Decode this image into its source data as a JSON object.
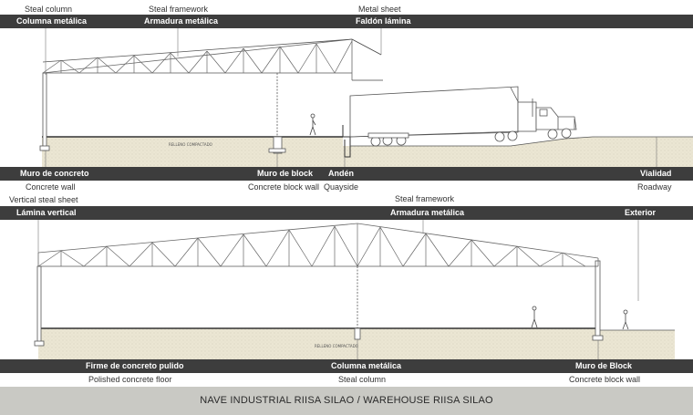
{
  "top_section": {
    "labels_top": [
      {
        "en": "Steal column",
        "es": "Columna metálica"
      },
      {
        "en": "Steal framework",
        "es": "Armadura metálica"
      },
      {
        "en": "Metal sheet",
        "es": "Faldón lámina"
      }
    ],
    "labels_bottom": [
      {
        "es": "Muro de concreto",
        "en": "Concrete wall"
      },
      {
        "es": "Muro de block",
        "en": "Concrete block wall"
      },
      {
        "es": "Andén",
        "en": "Quayside"
      },
      {
        "es": "Vialidad",
        "en": "Roadway"
      }
    ],
    "slab_note": "RELLENO COMPACTADO"
  },
  "bottom_section": {
    "labels_top": [
      {
        "en": "Vertical steal sheet",
        "es": "Lámina vertical"
      },
      {
        "en": "Steal framework",
        "es": "Armadura metálica"
      },
      {
        "en": "",
        "es": "Exterior"
      }
    ],
    "labels_bottom": [
      {
        "es": "Firme de concreto pulido",
        "en": "Polished concrete floor"
      },
      {
        "es": "Columna metálica",
        "en": "Steal column"
      },
      {
        "es": "Muro de Block",
        "en": "Concrete block wall"
      }
    ],
    "slab_note": "RELLENO COMPACTADO"
  },
  "footer": {
    "title": "NAVE INDUSTRIAL RIISA SILAO / WAREHOUSE RIISA SILAO"
  },
  "colors": {
    "band": "#3d3d3d",
    "footer_bg": "#c9c9c4",
    "ground": "#e8e3cf",
    "line": "#555555"
  }
}
